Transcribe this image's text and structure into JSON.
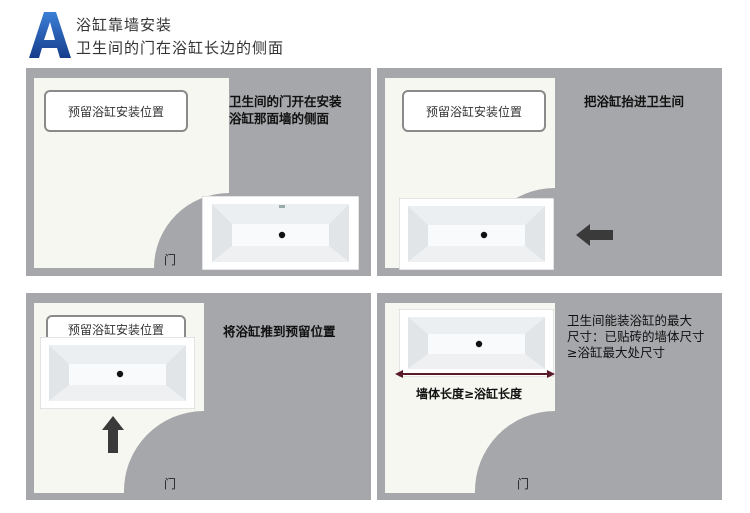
{
  "header": {
    "logo_letter": "A",
    "title_line1": "浴缸靠墙安装",
    "title_line2": "卫生间的门在浴缸长边的侧面"
  },
  "panels": [
    {
      "reserve_label": "预留浴缸安装位置",
      "text_lines": [
        "卫生间的门开在安装",
        "浴缸那面墙的侧面"
      ],
      "door_label": "门"
    },
    {
      "reserve_label": "预留浴缸安装位置",
      "text_lines": [
        "把浴缸抬进卫生间"
      ],
      "arrow": "arrow-left"
    },
    {
      "reserve_label": "预留浴缸安装位置",
      "text_lines": [
        "将浴缸推到预留位置"
      ],
      "door_label": "门",
      "arrow": "arrow-up"
    },
    {
      "text_lines": [
        "卫生间能装浴缸的最大",
        "尺寸：已贴砖的墙体尺寸",
        "≥浴缸最大处尺寸"
      ],
      "measure_label": "墙体长度≥浴缸长度",
      "door_label": "门"
    }
  ],
  "colors": {
    "panel_bg": "#a6a7aa",
    "room_bg": "#f7f7f2",
    "logo_blue": "#1f4fa8",
    "measure_line": "#5a1a2a"
  }
}
